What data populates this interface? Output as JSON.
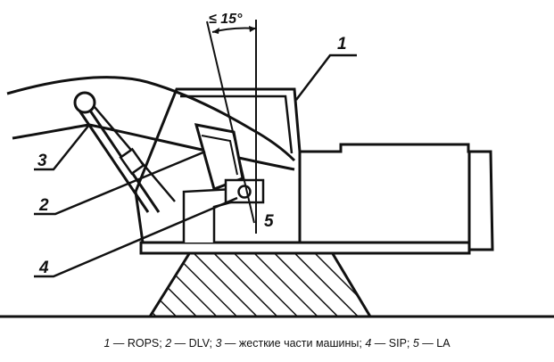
{
  "labels": {
    "rops": "1",
    "dlv": "2",
    "rigid_parts": "3",
    "sip": "4",
    "la": "5"
  },
  "angle_label": "≤ 15°",
  "caption": [
    {
      "num": "1",
      "text": " — ROPS; "
    },
    {
      "num": "2",
      "text": " — DLV; "
    },
    {
      "num": "3",
      "text": " — жесткие части машины; "
    },
    {
      "num": "4",
      "text": " — SIP; "
    },
    {
      "num": "5",
      "text": " — LA"
    }
  ]
}
